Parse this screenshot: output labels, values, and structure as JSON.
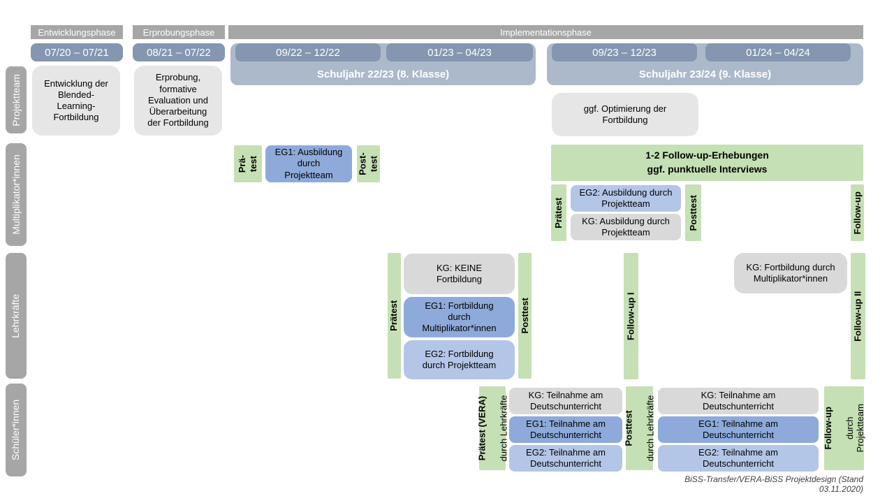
{
  "caption": "BiSS-Transfer/VERA-BiSS Projektdesign (Stand 03.11.2020)",
  "colors": {
    "header_gray": "#a6a6a6",
    "date_bar_blue": "#8496b0",
    "schoolyear_blue": "#acb9ca",
    "projektteam_box_gray": "#e7e6e6",
    "kg_gray": "#d9d9d9",
    "eg1_blue": "#8eaadb",
    "eg2_blue": "#b4c6e7",
    "test_green": "#c5e0b4"
  },
  "phases": {
    "entwicklung": "Entwicklungsphase",
    "erprobung": "Erprobungsphase",
    "implementation": "Implementationsphase"
  },
  "dates": [
    "07/20 – 07/21",
    "08/21 – 07/22",
    "09/22 – 12/22",
    "01/23 – 04/23",
    "09/23 – 12/23",
    "01/24 – 04/24"
  ],
  "school_years": [
    "Schuljahr 22/23 (8. Klasse)",
    "Schuljahr 23/24 (9. Klasse)"
  ],
  "sidebar": [
    "Projektteam",
    "Multiplikator*innen",
    "Lehrkräfte",
    "Schüler*innen"
  ],
  "projektteam": {
    "entwicklung_box": "Entwicklung der\nBlended-\nLearning-\nFortbildung",
    "erprobung_box": "Erprobung,\nformative\nEvaluation und\nÜberarbeitung\nder Fortbildung",
    "optimierung_box": "ggf. Optimierung der\nFortbildung"
  },
  "multiplikatoren": {
    "praetest_1": "Prä-\ntest",
    "eg1": "EG1: Ausbildung\ndurch\nProjektteam",
    "posttest_1": "Post-\ntest",
    "followup_banner": "1-2 Follow-up-Erhebungen\nggf. punktuelle Interviews",
    "praetest_2": "Prätest",
    "eg2": "EG2: Ausbildung durch\nProjektteam",
    "kg": "KG: Ausbildung durch\nProjektteam",
    "posttest_2": "Posttest",
    "followup": "Follow-up"
  },
  "lehrkraefte": {
    "praetest": "Prätest",
    "kg": "KG: KEINE\nFortbildung",
    "eg1": "EG1: Fortbildung\ndurch\nMultiplikator*innen",
    "eg2": "EG2: Fortbildung\ndurch Projektteam",
    "posttest": "Posttest",
    "followup1": "Follow-up I",
    "kg2": "KG: Fortbildung durch\nMultiplikator*innen",
    "followup2": "Follow-up II"
  },
  "schueler": {
    "praetest_bold": "Prätest (VERA)",
    "praetest_sub": "durch Lehrkräfte",
    "kg1": "KG: Teilnahme am\nDeutschunterricht",
    "eg1_1": "EG1: Teilnahme am\nDeutschunterricht",
    "eg2_1": "EG2: Teilnahme am\nDeutschunterricht",
    "posttest_bold": "Posttest",
    "posttest_sub": "durch Lehrkräfte",
    "kg2": "KG: Teilnahme am\nDeutschunterricht",
    "eg1_2": "EG1: Teilnahme am\nDeutschunterricht",
    "eg2_2": "EG2: Teilnahme am\nDeutschunterricht",
    "followup_bold": "Follow-up",
    "followup_sub": "durch\nProjektteam"
  }
}
